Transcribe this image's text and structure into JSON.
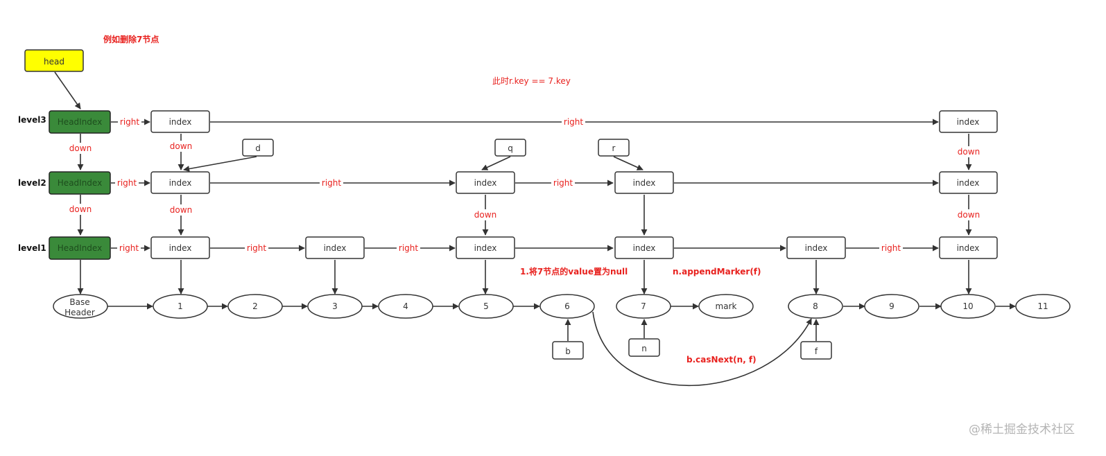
{
  "header_note": "例如删除7节点",
  "condition_note": "此时r.key == 7.key",
  "head_label": "head",
  "head_index_label": "HeadIndex",
  "index_label": "index",
  "levels": [
    "level3",
    "level2",
    "level1"
  ],
  "edge_labels": {
    "right": "right",
    "down": "down"
  },
  "pointers": {
    "d": "d",
    "q": "q",
    "r": "r",
    "b": "b",
    "n": "n",
    "f": "f"
  },
  "base_header": [
    "Base",
    "Header"
  ],
  "nodes": [
    "1",
    "2",
    "3",
    "4",
    "5",
    "6",
    "7",
    "mark",
    "8",
    "9",
    "10",
    "11"
  ],
  "steps": {
    "step1": "1.将7节点的value置为null",
    "step2": "n.appendMarker(f)",
    "step3": "b.casNext(n, f)"
  },
  "watermark": "@稀土掘金技术社区",
  "colors": {
    "head": "#ffff00",
    "head_index": "#3a8a3a",
    "annotation": "#e8211e"
  }
}
